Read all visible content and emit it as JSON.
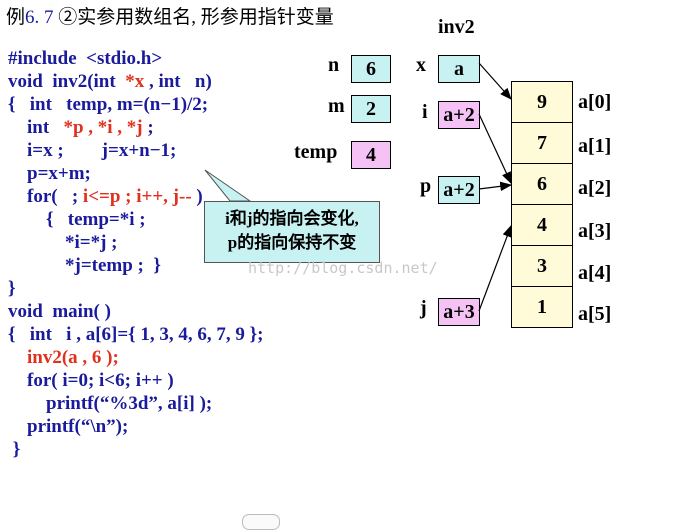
{
  "title": {
    "prefix": "例",
    "number": "6. 7",
    "text": "②实参用数组名, 形参用指针变量"
  },
  "code_lines": [
    "#include  <stdio.h>",
    "void  inv2(int  ",
    "{   int   temp, m=(n−1)/2;",
    "    int   ",
    "    i=x ;        j=x+n−1;",
    "    p=x+m;",
    "    for(   ; ",
    "        {   temp=*i ;",
    "            *i=*j ;",
    "            *j=temp ;  }",
    "}",
    "void  main( )",
    "{   int   i , a[6]={ 1, 3, 4, 6, 7, 9 };",
    "    ",
    "    for( i=0; i<6; i++ )",
    "        printf(“%3d”, a[i] );",
    "    printf(“\\n”);",
    " }"
  ],
  "code_red": {
    "line1": "*x",
    "line1b": " , int   n)",
    "line3": "*p , *i , *j",
    "line3b": " ;",
    "line6": "i<=p ; i++, j-- ",
    "line6b": ")",
    "line13": "inv2(a , 6 );"
  },
  "callout": {
    "line1": "i和j的指向会变化,",
    "line2": "p的指向保持不变"
  },
  "watermark": "http://blog.csdn.net/",
  "inv2_label": "inv2",
  "vars": {
    "n": {
      "label": "n",
      "value": "6"
    },
    "m": {
      "label": "m",
      "value": "2"
    },
    "temp": {
      "label": "temp",
      "value": "4"
    },
    "x": {
      "label": "x",
      "value": "a"
    },
    "i": {
      "label": "i",
      "value": "a+2"
    },
    "p": {
      "label": "p",
      "value": "a+2"
    },
    "j": {
      "label": "j",
      "value": "a+3"
    }
  },
  "array_values": [
    "9",
    "7",
    "6",
    "4",
    "3",
    "1"
  ],
  "array_labels": [
    "a[0]",
    "a[1]",
    "a[2]",
    "a[3]",
    "a[4]",
    "a[5]"
  ],
  "colors": {
    "keyword_blue": "#1a1a9c",
    "highlight_red": "#e0301e",
    "cyan_box": "#c8f2f2",
    "pink_box": "#f4c2f4",
    "array_fill": "#fffbd9"
  }
}
